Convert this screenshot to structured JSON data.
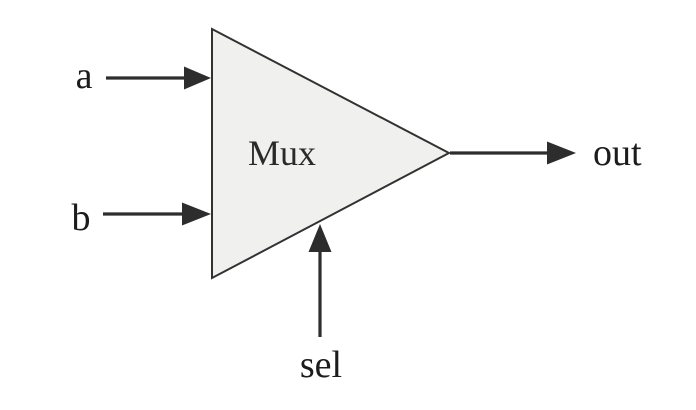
{
  "diagram": {
    "component_label": "Mux",
    "inputs": [
      {
        "label": "a"
      },
      {
        "label": "b"
      }
    ],
    "select_label": "sel",
    "output_label": "out"
  },
  "colors": {
    "background": "#ffffff",
    "shape_fill": "#f0f0ee",
    "shape_stroke": "#323232",
    "line": "#2d2d2d",
    "text": "#1c1c1c"
  }
}
